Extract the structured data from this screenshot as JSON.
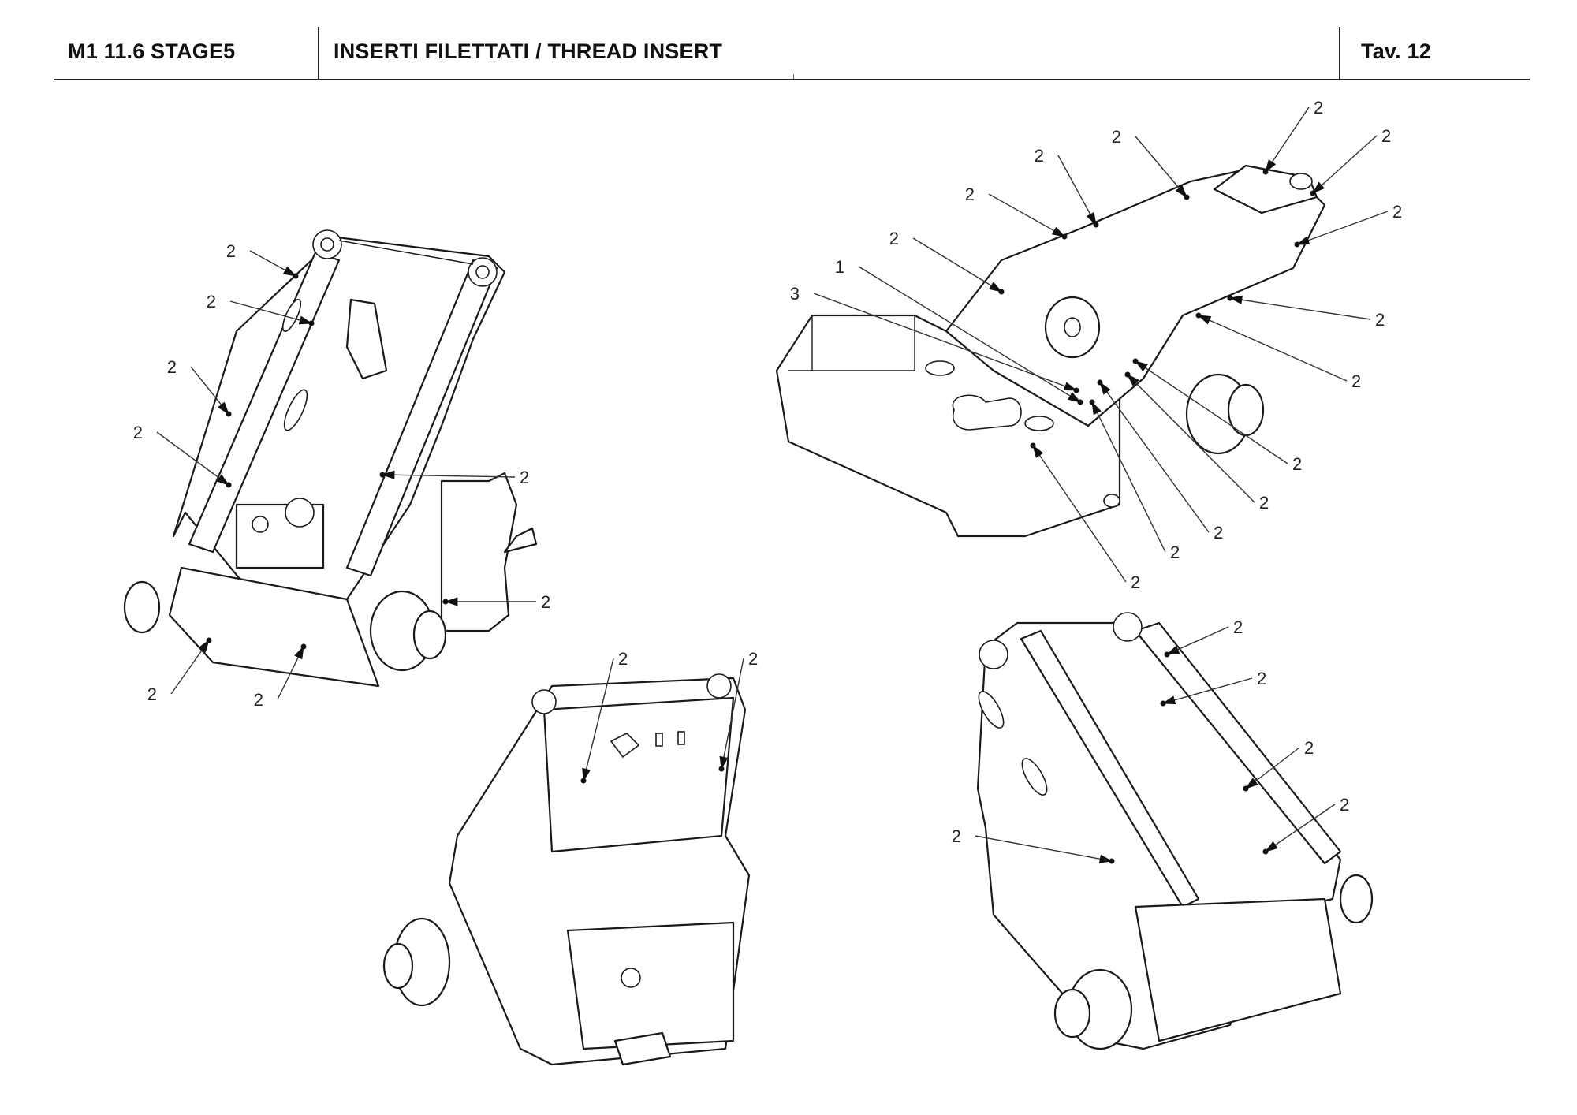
{
  "header": {
    "model": "M1 11.6 STAGE5",
    "title": "INSERTI FILETTATI / THREAD INSERT",
    "table_label": "Tav.  12"
  },
  "views": [
    {
      "name": "top-left-frame-view",
      "callouts": [
        "2",
        "2",
        "2",
        "2",
        "2",
        "2",
        "2",
        "2"
      ]
    },
    {
      "name": "top-right-chassis-view",
      "callouts": [
        "2",
        "2",
        "2",
        "2",
        "2",
        "2",
        "1",
        "3",
        "2",
        "2",
        "2",
        "2",
        "2",
        "2",
        "2",
        "2"
      ]
    },
    {
      "name": "bottom-center-frame-view",
      "callouts": [
        "2",
        "2"
      ]
    },
    {
      "name": "bottom-right-frame-view",
      "callouts": [
        "2",
        "2",
        "2",
        "2",
        "2"
      ]
    }
  ],
  "legend": {
    "part_1": "1",
    "part_2": "2",
    "part_3": "3"
  }
}
